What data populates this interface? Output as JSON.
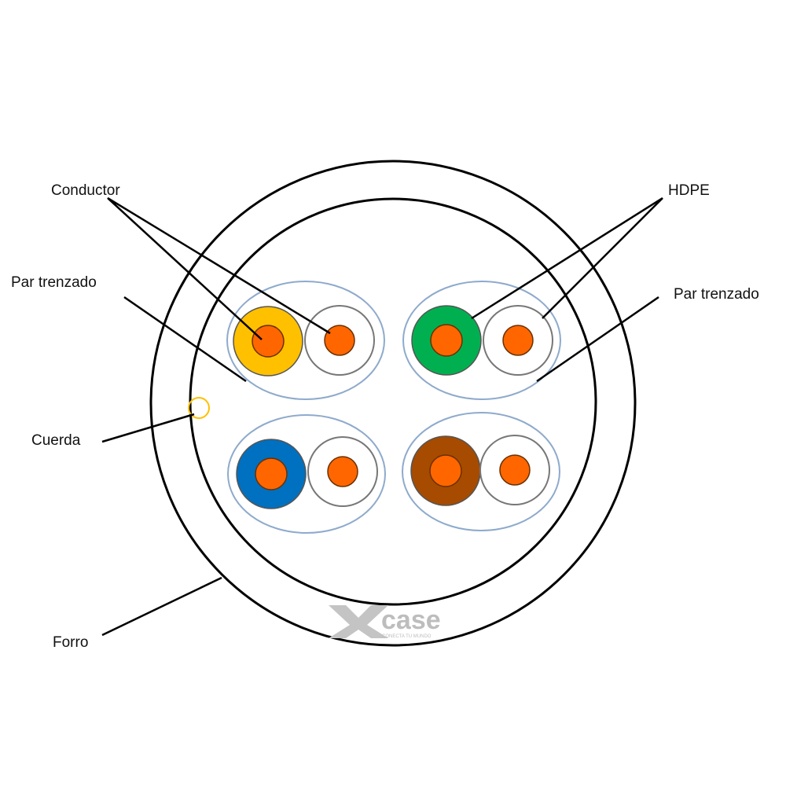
{
  "labels": {
    "conductor": "Conductor",
    "hdpe": "HDPE",
    "par_trenzado_left": "Par trenzado",
    "par_trenzado_right": "Par trenzado",
    "cuerda": "Cuerda",
    "forro": "Forro"
  },
  "logo": {
    "brand": "case",
    "tagline": "CONECTA TU MUNDO"
  },
  "colors": {
    "conductor": "#ff6600",
    "pair1": "#ffc000",
    "pair2": "#00b050",
    "pair3": "#0070c0",
    "pair4": "#a64b00",
    "pair_wrap": "#8eaacc",
    "cuerda": "#ffc000"
  }
}
